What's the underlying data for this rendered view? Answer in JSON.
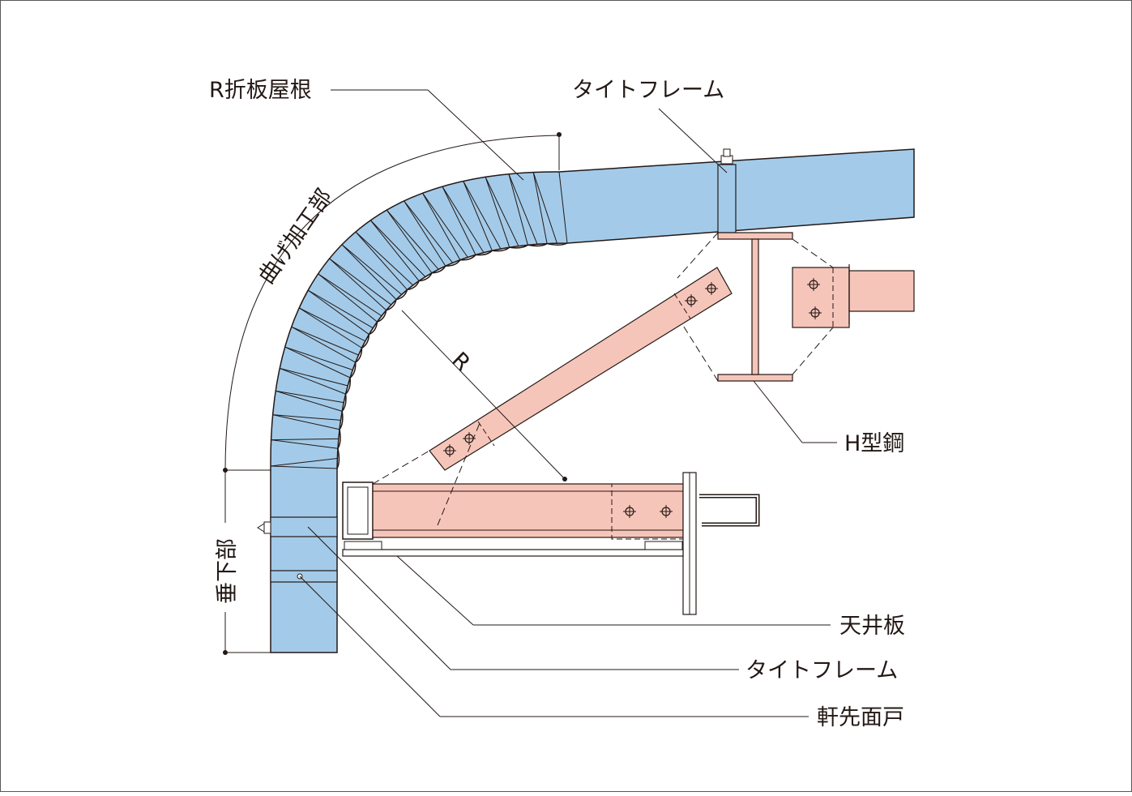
{
  "labels": {
    "r_roof": "R折板屋根",
    "tight_frame_top": "タイトフレーム",
    "bend_section": "曲げ加工部",
    "radius": "R",
    "h_steel": "H型鋼",
    "ceiling_board": "天井板",
    "tight_frame_bottom": "タイトフレーム",
    "eave_fascia": "軒先面戸",
    "hanging_section": "垂下部"
  },
  "colors": {
    "roof_fill": "#a3cbe9",
    "steel_fill": "#f6c5b9",
    "line": "#231815",
    "frame_border": "#595757",
    "background_panel": "#ffffff",
    "page_background": "#f2f2f2"
  }
}
